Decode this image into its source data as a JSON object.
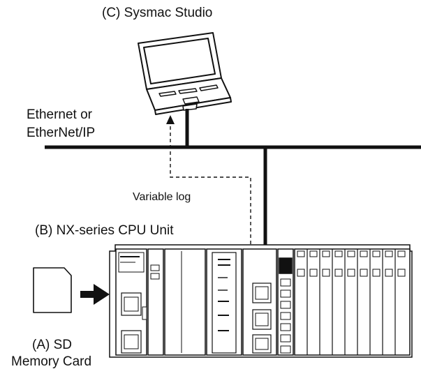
{
  "labels": {
    "sysmac_studio": "(C) Sysmac Studio",
    "network_line1": "Ethernet or",
    "network_line2": "EtherNet/IP",
    "variable_log": "Variable log",
    "cpu_unit": "(B) NX-series CPU Unit",
    "sd_line1": "(A) SD",
    "sd_line2": "Memory Card"
  },
  "colors": {
    "line": "#111111",
    "background": "#ffffff"
  },
  "icons": {
    "laptop": "laptop-icon",
    "sd_card": "sd-card-icon",
    "insert_arrow": "arrow-right-icon",
    "cpu_rack": "plc-rack-icon"
  }
}
